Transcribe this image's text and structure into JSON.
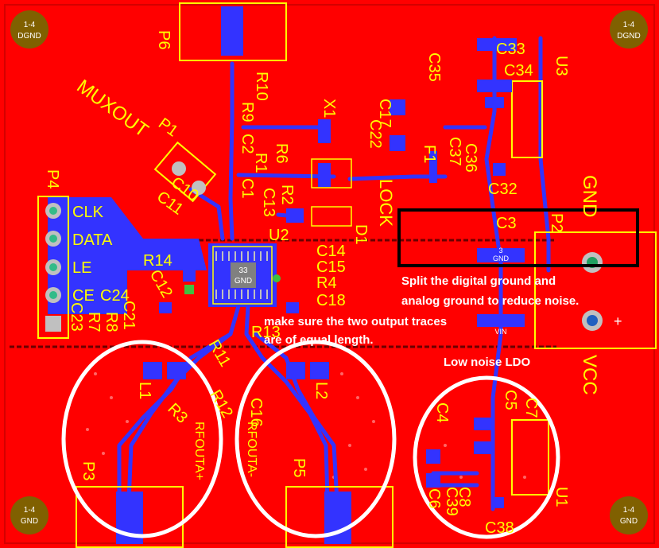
{
  "colors": {
    "board": "#ff0000",
    "trace": "#3333ff",
    "silk": "#ffff00",
    "pad": "#c0c0c0",
    "mount": "#806000",
    "annotation": "#ffffff",
    "highlight_box": "#000000"
  },
  "mounting_holes": {
    "top_left": {
      "line1": "1-4",
      "line2": "DGND"
    },
    "top_right": {
      "line1": "1-4",
      "line2": "DGND"
    },
    "bottom_left": {
      "line1": "1-4",
      "line2": "GND"
    },
    "bottom_right": {
      "line1": "1-4",
      "line2": "GND"
    }
  },
  "labels": {
    "muxout": "MUXOUT",
    "lock": "LOCK",
    "gnd": "GND",
    "vcc": "VCC",
    "rfouta_plus": "RFOUTA+",
    "rfouta_minus": "RFOUTA-",
    "u2_pad": "33",
    "u2_gnd": "GND",
    "u3_pad": "3",
    "u3_gnd": "GND",
    "u3_vin": "VIN",
    "plus": "+"
  },
  "header_pins": [
    "CLK",
    "DATA",
    "LE",
    "CE"
  ],
  "designators": {
    "p1": "P1",
    "p2": "P2",
    "p3": "P3",
    "p4": "P4",
    "p5": "P5",
    "p6": "P6",
    "u1": "U1",
    "u2": "U2",
    "u3": "U3",
    "x1": "X1",
    "d1": "D1",
    "f1": "F1",
    "r1": "R1",
    "r2": "R2",
    "r3": "R3",
    "r4": "R4",
    "r6": "R6",
    "r7": "R7",
    "r8": "R8",
    "r9": "R9",
    "r10": "R10",
    "r11": "R11",
    "r12": "R12",
    "r13": "R13",
    "r14": "R14",
    "c1": "C1",
    "c2": "C2",
    "c3": "C3",
    "c4": "C4",
    "c5": "C5",
    "c6": "C6",
    "c7": "C7",
    "c8": "C8",
    "c10": "C10",
    "c11": "C11",
    "c12": "C12",
    "c13": "C13",
    "c14": "C14",
    "c15": "C15",
    "c16": "C16",
    "c17": "C17",
    "c18": "C18",
    "c21": "C21",
    "c22": "C22",
    "c23": "C23",
    "c24": "C24",
    "c32": "C32",
    "c33": "C33",
    "c34": "C34",
    "c35": "C35",
    "c36": "C36",
    "c37": "C37",
    "c38": "C38",
    "c39": "C39",
    "l1": "L1",
    "l2": "L2"
  },
  "annotations": {
    "split_line1": "Split the digital ground and",
    "split_line2": "analog ground to reduce noise.",
    "traces_line1": "make sure the two output traces",
    "traces_line2": "are of equal length.",
    "ldo": "Low noise LDO"
  }
}
